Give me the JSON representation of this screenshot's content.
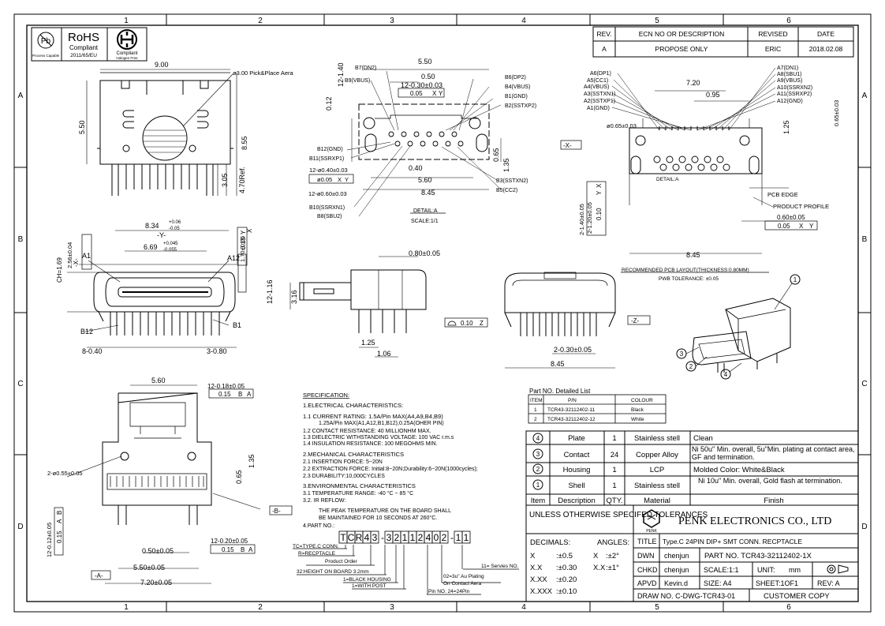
{
  "frame": {
    "col_labels": [
      "1",
      "2",
      "3",
      "4",
      "5",
      "6"
    ],
    "row_labels": [
      "A",
      "B",
      "C",
      "D"
    ]
  },
  "badges": {
    "pb_text": "Pb",
    "pb_caption": "Process Capable",
    "rohs_title": "RoHS",
    "rohs_line1": "Compliant",
    "rohs_line2": "2011/65/EU",
    "halogen_line1": "Compliant",
    "halogen_line2": "Halogen Free"
  },
  "revision": {
    "headers": [
      "REV.",
      "ECN NO OR DESCRIPTION",
      "REVISED",
      "DATE"
    ],
    "rows": [
      [
        "A",
        "PROPOSE ONLY",
        "ERIC",
        "2018.02.08"
      ]
    ]
  },
  "dims": {
    "top_view": [
      "9.00",
      "ø3.00 Pick&Place Aera",
      "5.50",
      "8.55",
      "3.05",
      "4.70Ref."
    ],
    "front_view": [
      "8.34",
      "+0.06",
      "-0.05",
      "-Y-",
      "6.69",
      "+0.045",
      "-0.055",
      "2.56±0.04",
      "-X-",
      "CH=1.69",
      "A1",
      "A12",
      "1.70±0.05",
      "0.15",
      "Y",
      "X",
      "12-1.16",
      "B12",
      "B1",
      "8-0.40",
      "3-0.80"
    ],
    "side_view": [
      "0.80±0.05",
      "3.16",
      "1.25",
      "1.06",
      "0.10",
      "Z"
    ],
    "rear_view": [
      "-Z-",
      "2-0.30±0.05",
      "8.45"
    ],
    "bottom_view": [
      "5.60",
      "12-0.18±0.05",
      "0.15",
      "B",
      "A",
      "2-ø0.55±0.05",
      "1.35",
      "0.65",
      "-B-",
      "12-0.12±0.05",
      "0.15",
      "A",
      "B",
      "12-0.20±0.05",
      "0.15",
      "B",
      "A",
      "0.50±0.05",
      "5.50±0.05",
      "-A-",
      "7.20±0.05"
    ]
  },
  "detail_a": {
    "pins_left": [
      "B7(DN2)",
      "B9(VBUS)",
      "B12(GND)",
      "B11(SSRXP1)",
      "B10(SSRXN1)",
      "B8(SBU2)"
    ],
    "pins_right": [
      "B6(DP2)",
      "B4(VBUS)",
      "B1(GND)",
      "B2(SSTXP2)",
      "B3(SSTXN2)",
      "B5(CC2)"
    ],
    "dims": [
      "5.50",
      "0.50",
      "12-0.30±0.03",
      "0.05",
      "X",
      "Y",
      "12-1.40",
      "0.12",
      "12-ø0.40±0.03",
      "ø0.05",
      "X",
      "Y",
      "12-ø0.60±0.03",
      "0.40",
      "5.60",
      "8.45",
      "0.65",
      "1.35"
    ],
    "caption": "DETAIL:A",
    "scale": "SCALE:1/1"
  },
  "pcb": {
    "pins_left": [
      "A6(DP1)",
      "A5(CC1)",
      "A4(VBUS)",
      "A3(SSTXN1)",
      "A2(SSTXP1)",
      "A1(GND)"
    ],
    "pins_right": [
      "A7(DN1)",
      "A8(SBU1)",
      "A9(VBUS)",
      "A10(SSRXN2)",
      "A11(SSRXP2)",
      "A12(GND)"
    ],
    "dims": [
      "7.20",
      "0.95",
      "ø0.65±0.03",
      "-X-",
      "DETAIL:A",
      "1.25",
      "0.65±0.03",
      "2-1.40±0.05",
      "2-1.20±0.05",
      "0.10",
      "Y",
      "X",
      "PCB EDGE",
      "PRODUCT PROFILE",
      "0.60±0.05",
      "0.05",
      "X",
      "Y",
      "8.45"
    ],
    "title": "RECOMMENDED PCB LAYOUT(THICKNESS:0.80MM)",
    "tolerance": "PWB TOLERANCE: ±0.05"
  },
  "iso_callouts": [
    "1",
    "2",
    "3",
    "4"
  ],
  "spec": {
    "title": "SPECIFICATION:",
    "lines": [
      "1.ELECTRICAL CHARACTERISTICS:",
      "1.1 CURRENT RATING: 1.5A/Pin MAX(A4,A9,B4,B9)",
      "1.25A/Pin MAX(A1,A12,B1,B12),0.25A(OHER PIN)",
      "1.2 CONTACT RESISTANCE: 40 MILLIONHM MAX.",
      "1.3 DIELECTRIC WITHSTANDING VOLTAGE: 100 VAC r.m.s",
      "1.4 INSULATION RESISTANCE: 100 MEGOHMS MIN.",
      "2.MECHANICAL CHARACTERISTICS",
      "2.1 INSERTION FORCE: 5~20N",
      "2.2 EXTRACTION FORCE: Initial:8~20N;Durability:6~20N(1000cycles);",
      "2.3 DURABILITY:10,000CYCLES",
      "3.ENVIRONMENTAL   CHARACTERISTICS",
      "3.1 TEMPERATURE RANGE: -40 °C ~ 85 °C",
      "3.2. IR REFLOW:",
      "THE PEAK TEMPERATURE ON THE BOARD SHALL",
      "BE MAINTAINED FOR 10 SECONDS AT 260°C.",
      "4.PART NO.:"
    ]
  },
  "part_code": {
    "chars": [
      "T",
      "C",
      "R",
      "4",
      "3",
      "-",
      "3",
      "2",
      "1",
      "1",
      "2",
      "4",
      "0",
      "2",
      "-",
      "1",
      "1"
    ],
    "legend": [
      "TC=TYPE.C CONN.",
      "R=RECPTACLE",
      "Product Order",
      "32:HEIGHT ON BOARD 3.2mm",
      "1=BLACK HOUSING",
      "1=WITH POST",
      "Pin NO. 24=24Pin",
      "02=3u\" Au Plating",
      "On Contact Aera",
      "11= Servies NO."
    ]
  },
  "part_list": {
    "title": "Part NO. Detailed List",
    "headers": [
      "ITEM",
      "P/N",
      "COLOUR"
    ],
    "rows": [
      [
        "1",
        "TCR43-32112402-11",
        "Black"
      ],
      [
        "2",
        "TCR43-32112402-12",
        "White"
      ]
    ]
  },
  "bom": {
    "rows": [
      {
        "item": "4",
        "desc": "Plate",
        "qty": "1",
        "material": "Stainless stell",
        "finish": "Clean"
      },
      {
        "item": "3",
        "desc": "Contact",
        "qty": "24",
        "material": "Copper Alloy",
        "finish": "Ni 50u\" Min. overall, 5u\"Min. plating at contact area, GF and termination."
      },
      {
        "item": "2",
        "desc": "Housing",
        "qty": "1",
        "material": "LCP",
        "finish": "Molded Color: White&Black"
      },
      {
        "item": "1",
        "desc": "Shell",
        "qty": "1",
        "material": "Stainless stell",
        "finish": "Ni 10u\" Min. overall, Gold flash at termination."
      }
    ],
    "headers": [
      "Item",
      "Description",
      "QTY.",
      "Material",
      "Finish"
    ]
  },
  "title_block": {
    "tol_title": "UNLESS OTHERWISE SPECIFED TOLERANCES",
    "company": "PENK ELECTRONICS CO., LTD",
    "logo_text": "PENK",
    "decimals_label": "DECIMALS:",
    "angles_label": "ANGLES:",
    "decimals": [
      [
        "X",
        ":±0.5"
      ],
      [
        "X.X",
        ":±0.30"
      ],
      [
        "X.XX",
        ":±0.20"
      ],
      [
        "X.XXX",
        ":±0.10"
      ]
    ],
    "angles": [
      [
        "X",
        ":±2°"
      ],
      [
        "X.X",
        ":±1°"
      ]
    ],
    "title_label": "TITLE",
    "title_value": "Type.C 24PIN DIP+ SMT  CONN. RECPTACLE",
    "dwn_label": "DWN",
    "dwn_value": "chenjun",
    "part_no": "PART NO. TCR43-32112402-1X",
    "chkd_label": "CHKD",
    "chkd_value": "chenjun",
    "scale": "SCALE:1:1",
    "unit_label": "UNIT:",
    "unit_value": "mm",
    "apvd_label": "APVD",
    "apvd_value": "Kevin.d",
    "size": "SIZE: A4",
    "sheet": "SHEET:1OF1",
    "rev": "REV: A",
    "draw_no": "DRAW NO. C-DWG-TCR43-01",
    "customer": "CUSTOMER COPY"
  }
}
